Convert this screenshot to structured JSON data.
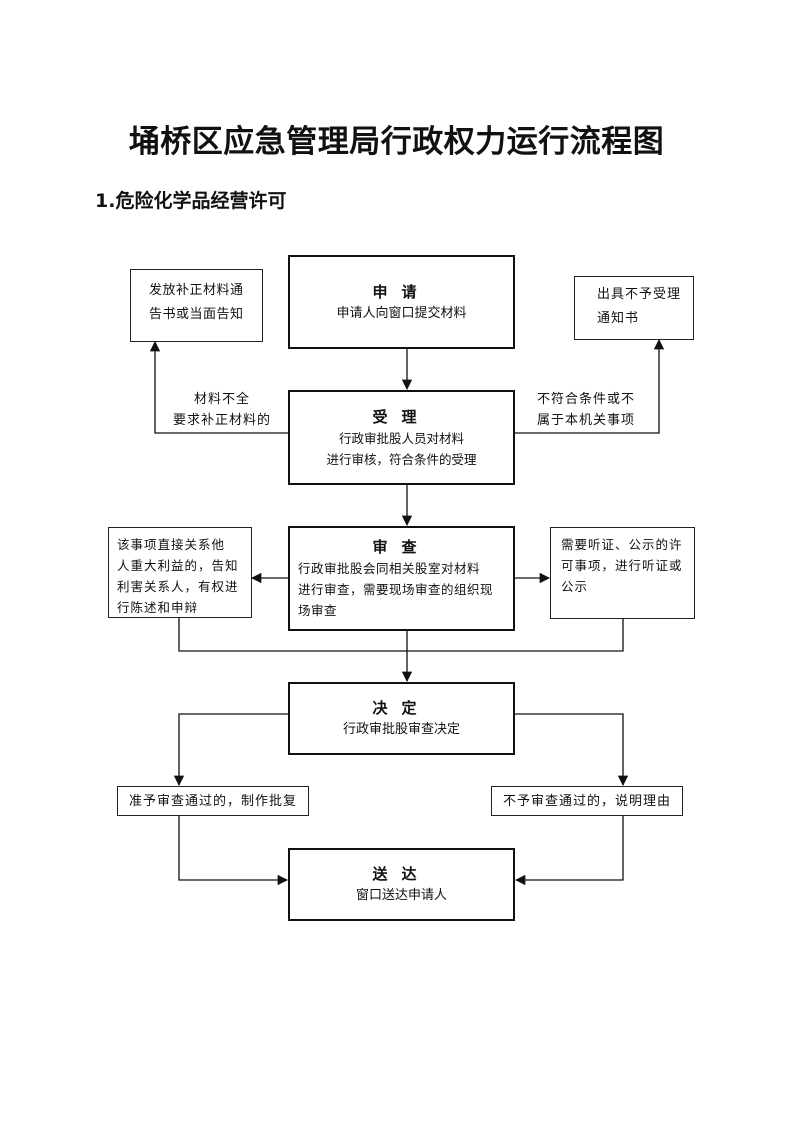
{
  "title": "埇桥区应急管理局行政权力运行流程图",
  "section": "1.危险化学品经营许可",
  "steps": {
    "apply": {
      "head": "申请",
      "body": "申请人向窗口提交材料"
    },
    "accept": {
      "head": "受理",
      "body": "行政审批股人员对材料\n进行审核，符合条件的受理"
    },
    "review": {
      "head": "审查",
      "body": "行政审批股会同相关股室对材料\n进行审查，需要现场审查的组织现\n场审查"
    },
    "decide": {
      "head": "决定",
      "body": "行政审批股审查决定"
    },
    "deliver": {
      "head": "送达",
      "body": "窗口送达申请人"
    }
  },
  "side_boxes": {
    "supplement_notice": "发放补正材料通\n告书或当面告知",
    "reject_notice": "出具不予受理\n通知书",
    "interested_party": "该事项直接关系他\n人重大利益的，告知\n利害关系人，有权进\n行陈述和申辩",
    "hearing": "需要听证、公示的许\n可事项，进行听证或\n公示",
    "approved": "准予审查通过的，制作批复",
    "not_approved": "不予审查通过的，说明理由"
  },
  "edge_labels": {
    "incomplete": "材料不全\n要求补正材料的",
    "not_qualified": "不符合条件或不\n属于本机关事项"
  }
}
